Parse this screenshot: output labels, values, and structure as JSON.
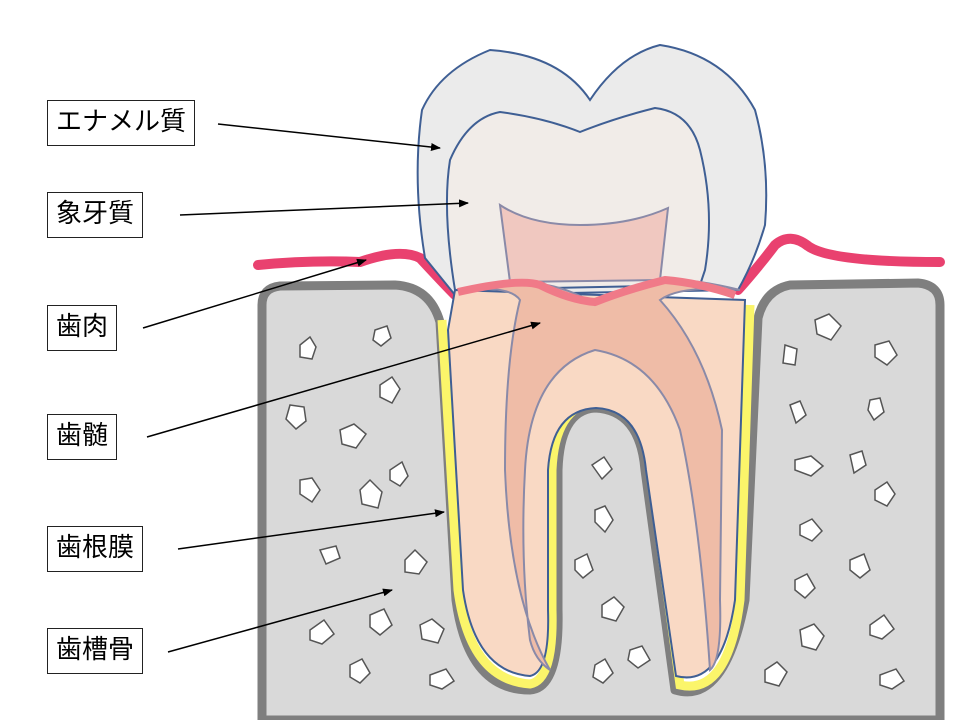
{
  "colors": {
    "bone": "#d9d9d9",
    "bone_outline": "#7f7f7f",
    "gum": "#e9416f",
    "enamel": "#ebebeb",
    "dentin": "#f1ece8",
    "pulp": "#f0c8c0",
    "root": "#f9d9c4",
    "root_canal": "#efbca7",
    "ligament": "#fbf56a",
    "tooth_outline": "#3f5f94"
  },
  "labels": [
    {
      "id": "enamel",
      "text": "エナメル質"
    },
    {
      "id": "dentin",
      "text": "象牙質"
    },
    {
      "id": "gum",
      "text": "歯肉"
    },
    {
      "id": "pulp",
      "text": "歯髄"
    },
    {
      "id": "ligament",
      "text": "歯根膜"
    },
    {
      "id": "bone",
      "text": "歯槽骨"
    }
  ]
}
